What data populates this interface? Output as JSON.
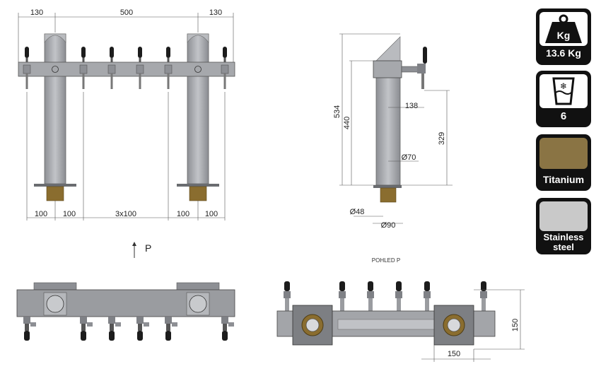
{
  "front_view": {
    "top_dims": [
      "130",
      "500",
      "130"
    ],
    "bottom_dims": [
      "100",
      "100",
      "3x100",
      "100",
      "100"
    ]
  },
  "side_view": {
    "dims": {
      "overall_height": "534",
      "column_height": "440",
      "spout_reach": "138",
      "spout_height": "329",
      "column_diameter": "Ø70",
      "base_inner": "Ø48",
      "base_outer": "Ø90"
    }
  },
  "view_arrow_label": "P",
  "plan_view": {
    "title": "POHLED P",
    "dims": {
      "width": "150",
      "depth": "150"
    }
  },
  "badges": {
    "weight": {
      "icon": "kg-weight-icon",
      "icon_text": "Kg",
      "value": "13.6 Kg"
    },
    "cooling": {
      "icon": "ice-glass-icon",
      "value": "6"
    },
    "finish1": {
      "label": "Titanium",
      "color": "#8a7444"
    },
    "finish2": {
      "label": "Stainless steel",
      "line1": "Stainless",
      "line2": "steel",
      "color": "#c9c9c9"
    }
  },
  "colors": {
    "steel": "#a7a9ad",
    "steel_dark": "#7f8186",
    "brass": "#8a6d2f",
    "tap_black": "#1c1c1c"
  }
}
